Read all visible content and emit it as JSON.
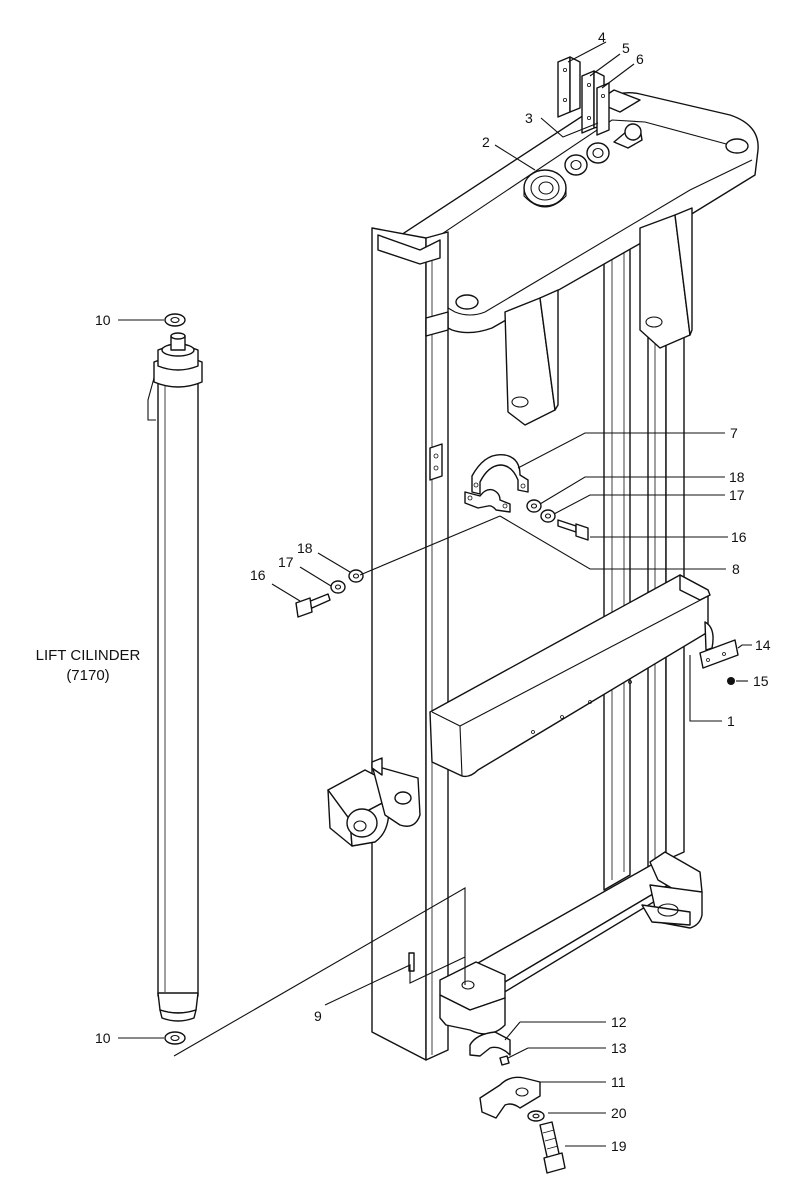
{
  "cylinder": {
    "title": "LIFT CILINDER",
    "code": "(7170)"
  },
  "callouts": {
    "c1": "1",
    "c2": "2",
    "c3": "3",
    "c4": "4",
    "c5": "5",
    "c6": "6",
    "c7": "7",
    "c8": "8",
    "c9": "9",
    "c10_top": "10",
    "c10_bottom": "10",
    "c11": "11",
    "c12": "12",
    "c13": "13",
    "c14": "14",
    "c15": "15",
    "c16_right": "16",
    "c16_left": "16",
    "c17_right": "17",
    "c17_left": "17",
    "c18_right": "18",
    "c18_left": "18",
    "c19": "19",
    "c20": "20"
  }
}
